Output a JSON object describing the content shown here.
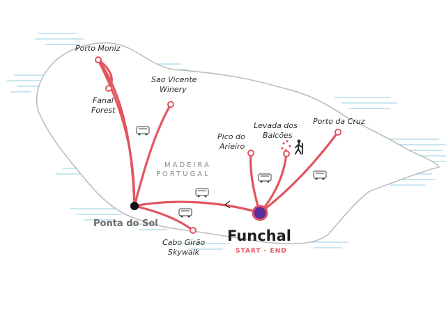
{
  "map": {
    "region": "MADEIRA",
    "country": "PORTUGAL",
    "colors": {
      "route": "#e25560",
      "hub": "#5b2d9e",
      "sea": "#7fc4dd",
      "coast": "#bdbdbd"
    },
    "places": {
      "funchal": "Funchal",
      "funchal_sub": "START - END",
      "ponta_do_sol": "Ponta do Sol",
      "porto_moniz": "Porto Moniz",
      "fanal_1": "Fanal",
      "fanal_2": "Forest",
      "sao_vicente_1": "Sao Vicente",
      "sao_vicente_2": "Winery",
      "pico_1": "Pico do",
      "pico_2": "Arieiro",
      "levada_1": "Levada dos",
      "levada_2": "Balcões",
      "porto_cruz": "Porto da Cruz",
      "cabo_1": "Cabo Girão",
      "cabo_2": "Skywalk"
    },
    "icons": [
      "bus-icon",
      "hiking-icon",
      "arrow-left-icon"
    ]
  }
}
